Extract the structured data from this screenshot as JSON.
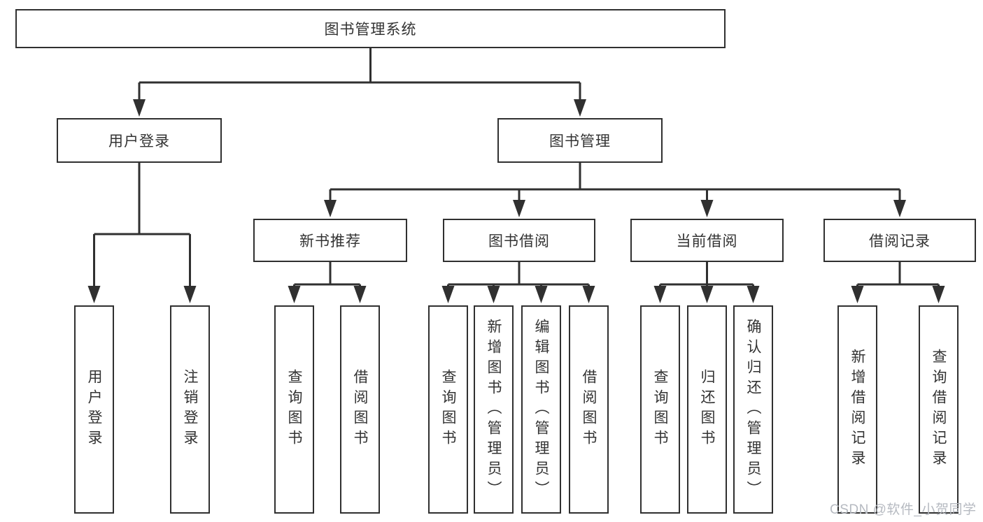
{
  "tree": {
    "root": {
      "label": "图书管理系统",
      "children": [
        {
          "label": "用户登录",
          "children": [
            {
              "label": "用户登录"
            },
            {
              "label": "注销登录"
            }
          ]
        },
        {
          "label": "图书管理",
          "children": [
            {
              "label": "新书推荐",
              "children": [
                {
                  "label": "查询图书"
                },
                {
                  "label": "借阅图书"
                }
              ]
            },
            {
              "label": "图书借阅",
              "children": [
                {
                  "label": "查询图书"
                },
                {
                  "label": "新增图书（管理员）"
                },
                {
                  "label": "编辑图书（管理员）"
                },
                {
                  "label": "借阅图书"
                }
              ]
            },
            {
              "label": "当前借阅",
              "children": [
                {
                  "label": "查询图书"
                },
                {
                  "label": "归还图书"
                },
                {
                  "label": "确认归还（管理员）"
                }
              ]
            },
            {
              "label": "借阅记录",
              "children": [
                {
                  "label": "新增借阅记录"
                },
                {
                  "label": "查询借阅记录"
                }
              ]
            }
          ]
        }
      ]
    }
  },
  "watermark": {
    "text": "CSDN @软件_小贺同学"
  },
  "colors": {
    "line": "#303030",
    "box-border": "#303030",
    "text": "#333333",
    "watermark": "#b6bac1",
    "background": "#ffffff"
  }
}
